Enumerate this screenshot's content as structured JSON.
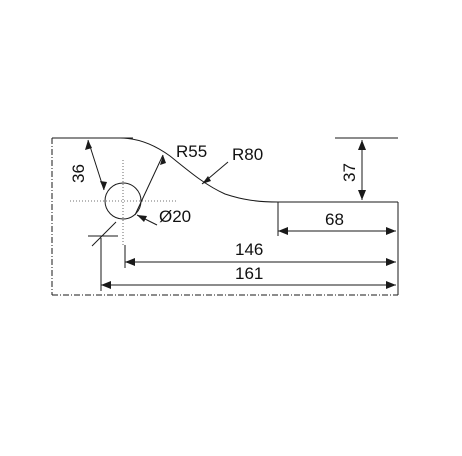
{
  "drawing": {
    "dimensions": {
      "d36": "36",
      "r55": "R55",
      "r80": "R80",
      "d37": "37",
      "dia20": "Ø20",
      "d68": "68",
      "d146": "146",
      "d161": "161"
    },
    "colors": {
      "line": "#1a1a1a",
      "background": "#ffffff"
    }
  }
}
